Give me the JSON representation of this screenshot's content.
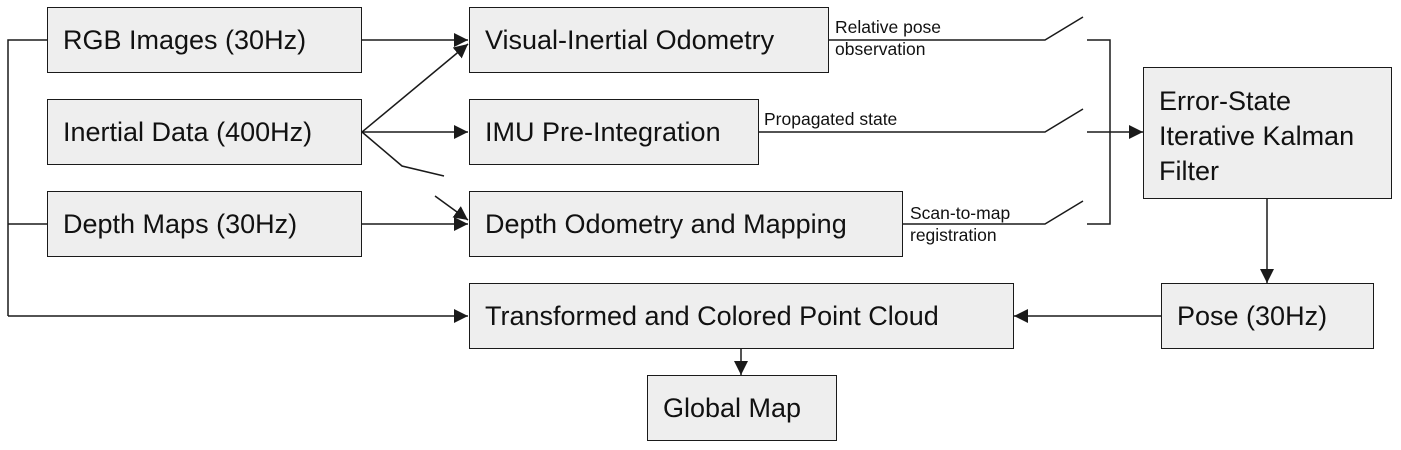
{
  "nodes": {
    "rgb": "RGB Images (30Hz)",
    "inertial": "Inertial Data (400Hz)",
    "depth": "Depth Maps (30Hz)",
    "vio": "Visual-Inertial Odometry",
    "imu": "IMU Pre-Integration",
    "dom": "Depth Odometry and Mapping",
    "eskf_l1": "Error-State",
    "eskf_l2": "Iterative Kalman",
    "eskf_l3": "Filter",
    "pose": "Pose (30Hz)",
    "cloud": "Transformed and Colored Point Cloud",
    "map": "Global Map"
  },
  "labels": {
    "rel_l1": "Relative pose",
    "rel_l2": "observation",
    "prop": "Propagated state",
    "scan_l1": "Scan-to-map",
    "scan_l2": "registration"
  },
  "colors": {
    "box_fill": "#eeeeee",
    "line": "#1a1a1a"
  }
}
